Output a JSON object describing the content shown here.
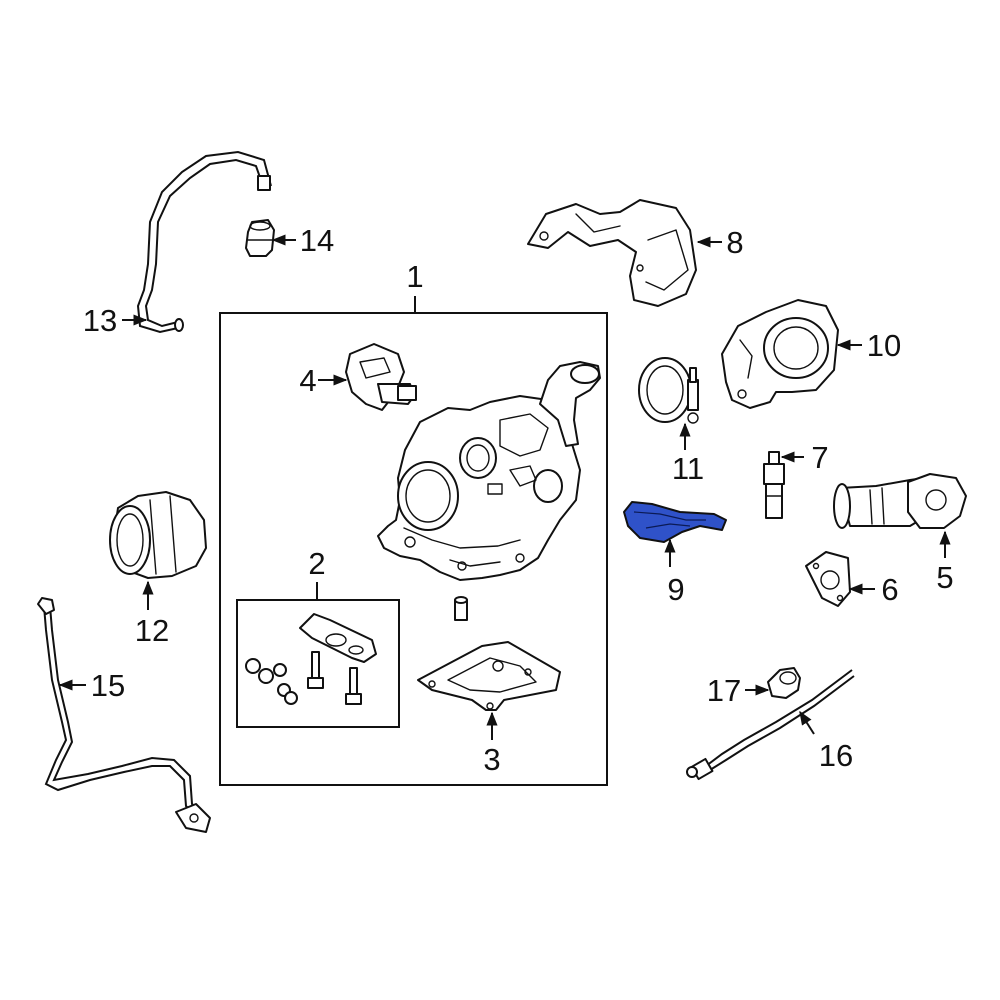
{
  "diagram": {
    "highlight_color": "#2f52c9",
    "callouts": {
      "c1": "1",
      "c2": "2",
      "c3": "3",
      "c4": "4",
      "c5": "5",
      "c6": "6",
      "c7": "7",
      "c8": "8",
      "c9": "9",
      "c10": "10",
      "c11": "11",
      "c12": "12",
      "c13": "13",
      "c14": "14",
      "c15": "15",
      "c16": "16",
      "c17": "17"
    }
  }
}
